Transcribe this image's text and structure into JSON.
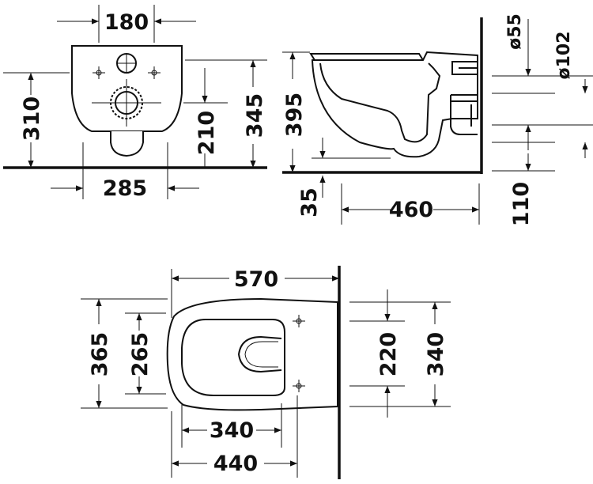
{
  "dimensions": {
    "front_top_width": "180",
    "front_height_left": "310",
    "front_height_right_inner": "210",
    "front_height_right_outer": "345",
    "front_bottom_width": "285",
    "side_height": "395",
    "side_diameter_small": "ø55",
    "side_diameter_large": "ø102",
    "side_floor_offset": "35",
    "side_depth": "460",
    "side_right_height": "110",
    "top_length": "570",
    "top_width_outer": "365",
    "top_width_inner": "265",
    "top_fix_spacing": "220",
    "top_right_width": "340",
    "top_bottom_inner": "340",
    "top_bottom_outer": "440"
  }
}
